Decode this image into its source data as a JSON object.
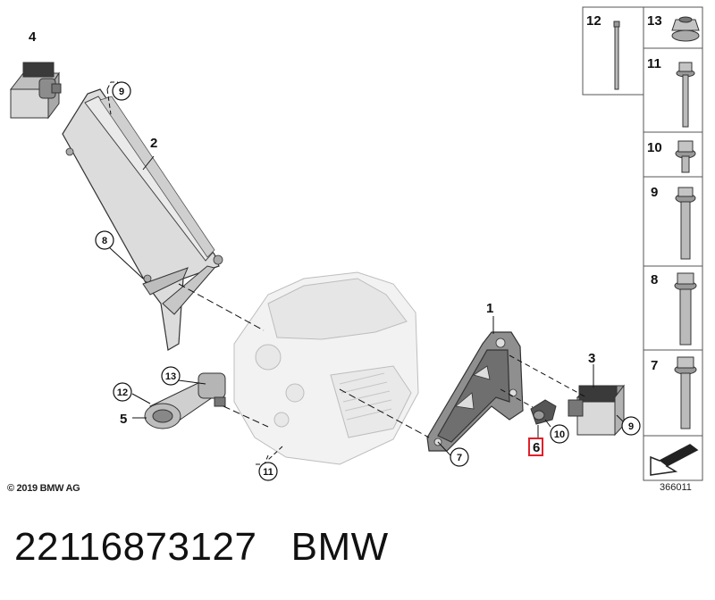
{
  "callouts": {
    "c1": "1",
    "c2": "2",
    "c3": "3",
    "c4": "4",
    "c5": "5",
    "c6": "6",
    "c7": "7",
    "c8": "8",
    "c9a": "9",
    "c9b": "9",
    "c10": "10",
    "c11": "11",
    "c12": "12",
    "c13": "13"
  },
  "fasteners": {
    "f12": "12",
    "f13": "13",
    "f11": "11",
    "f10": "10",
    "f9": "9",
    "f8": "8",
    "f7": "7"
  },
  "copyright": "© 2019 BMW AG",
  "image_id": "366011",
  "part_number": "22116873127",
  "brand": "BMW",
  "colors": {
    "highlight": "#e0202a",
    "ink": "#111111",
    "ghost": "#c8c8c8"
  }
}
